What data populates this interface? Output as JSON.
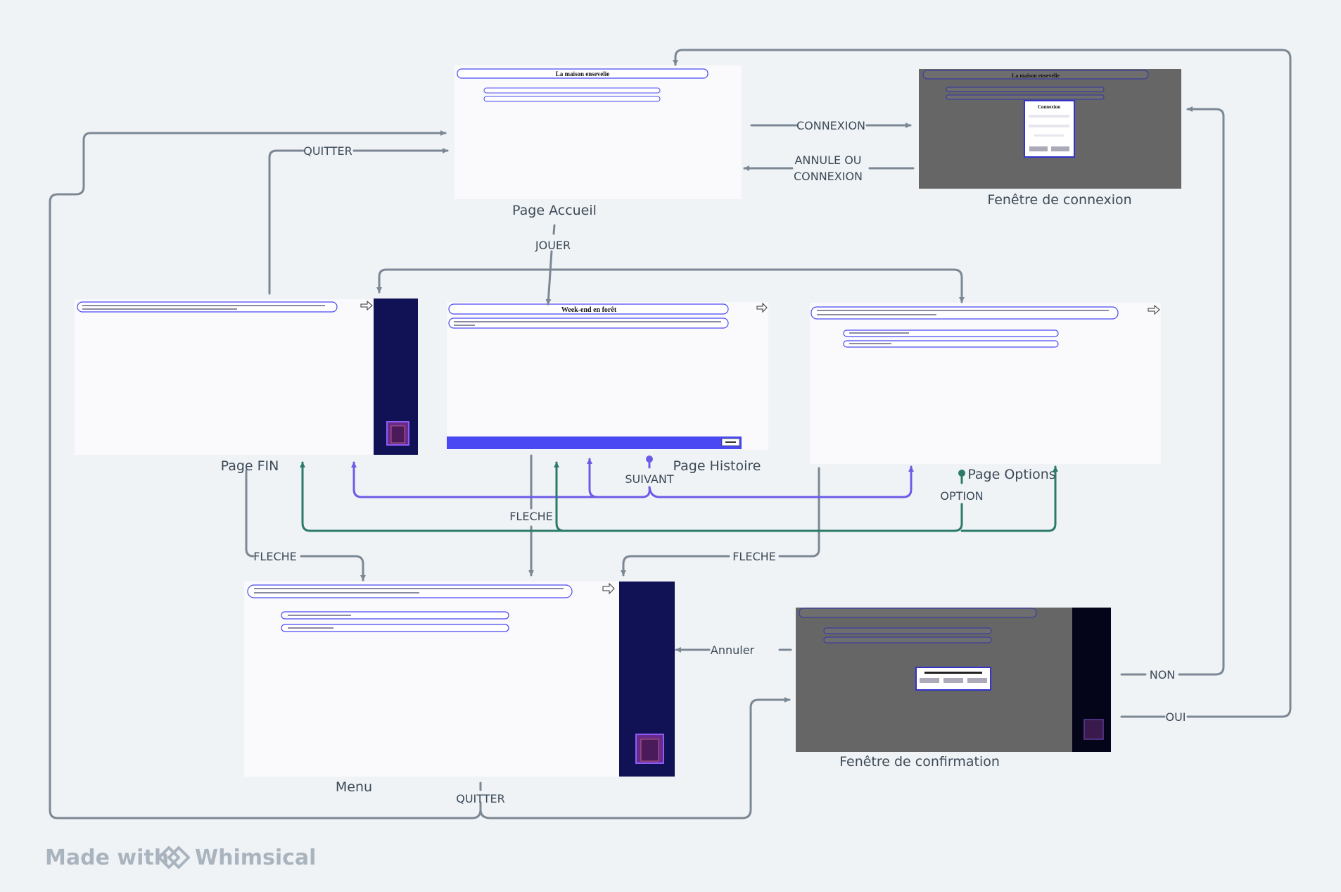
{
  "screens": {
    "accueil": {
      "caption": "Page Accueil",
      "header": "La maison ensevelie"
    },
    "connexion": {
      "caption": "Fenêtre de connexion",
      "header": "La maison ensevelie",
      "dialog_title": "Connexion"
    },
    "fin": {
      "caption": "Page FIN"
    },
    "histoire": {
      "caption": "Page Histoire",
      "header": "Week-end en forêt"
    },
    "options": {
      "caption": "Page Options"
    },
    "menu": {
      "caption": "Menu"
    },
    "confirmation": {
      "caption": "Fenêtre de confirmation"
    }
  },
  "edges": {
    "connexion": "CONNEXION",
    "annule_ou_connexion_1": "ANNULE OU",
    "annule_ou_connexion_2": "CONNEXION",
    "quitter_fin": "QUITTER",
    "jouer": "JOUER",
    "suivant": "SUIVANT",
    "option": "OPTION",
    "fleche_fin": "FLECHE",
    "fleche_histoire": "FLECHE",
    "fleche_options": "FLECHE",
    "annuler": "Annuler",
    "non": "NON",
    "oui": "OUI",
    "quitter_menu": "QUITTER"
  },
  "colors": {
    "connector_gray": "#7b8894",
    "connector_purple": "#6b5ce7",
    "connector_green": "#2b7a6a",
    "screen_bg": "#fafafc",
    "dark_panel": "#111155",
    "dim_overlay": "#666666",
    "histoire_bar": "#4a48f2"
  },
  "watermark": {
    "prefix": "Made with",
    "brand": "Whimsical"
  }
}
